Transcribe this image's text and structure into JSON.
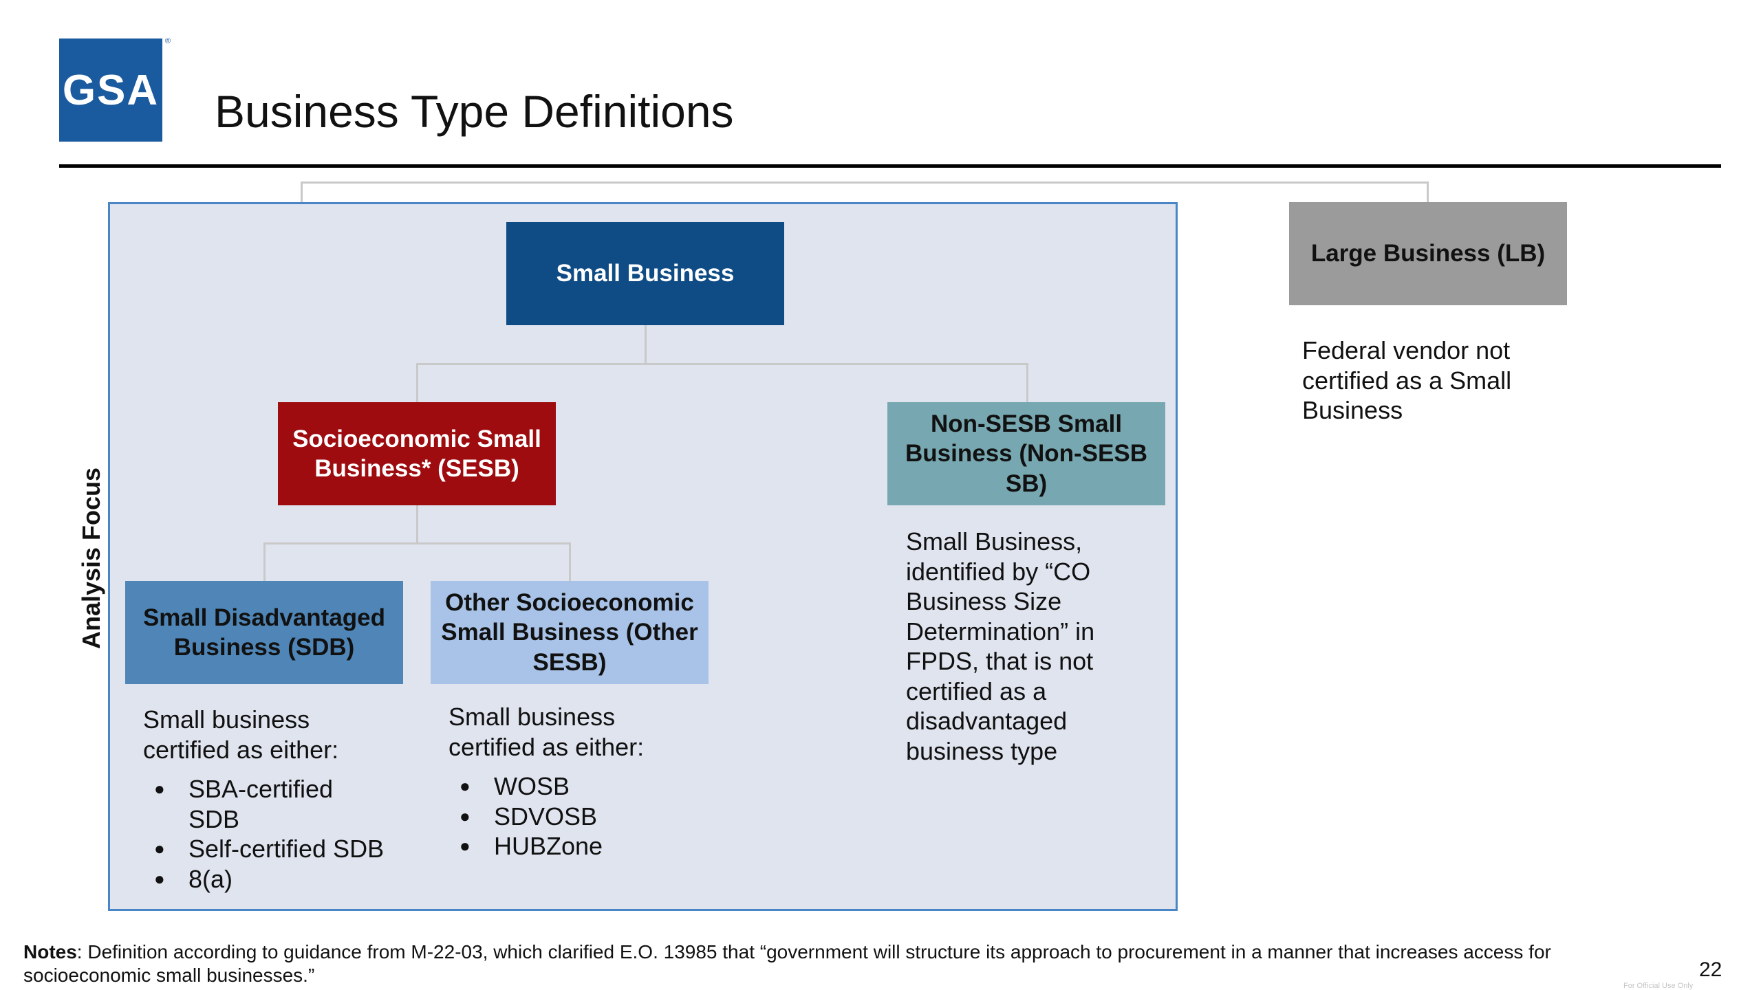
{
  "header": {
    "logo_text": "GSA",
    "logo_registered": "®",
    "title": "Business Type Definitions"
  },
  "diagram": {
    "side_label": "Analysis Focus",
    "boxes": {
      "small_business": "Small Business",
      "sesb": "Socioeconomic Small Business* (SESB)",
      "non_sesb": "Non-SESB Small Business (Non-SESB SB)",
      "sdb": "Small Disadvantaged Business (SDB)",
      "other_sesb": "Other Socioeconomic Small Business (Other SESB)",
      "large_business": "Large Business (LB)"
    },
    "descriptions": {
      "large_business": "Federal vendor not certified as a Small Business",
      "non_sesb": "Small Business, identified by “CO Business Size Determination” in FPDS, that is not certified as a disadvantaged business type",
      "sdb": {
        "intro": "Small business certified as either:",
        "items": [
          "SBA-certified SDB",
          "Self-certified SDB",
          "8(a)"
        ]
      },
      "other_sesb": {
        "intro": "Small business certified as either:",
        "items": [
          "WOSB",
          "SDVOSB",
          "HUBZone"
        ]
      }
    }
  },
  "colors": {
    "small_business": "#0f4c85",
    "sesb": "#9e0c0f",
    "non_sesb": "#77a7b0",
    "sdb": "#4f86b7",
    "other_sesb": "#a8c3e7",
    "large_business": "#9b9b9b",
    "panel_fill": "#e0e4ef",
    "panel_border": "#4a86c5"
  },
  "footer": {
    "notes_label": "Notes",
    "notes_text": ": Definition according to guidance from M-22-03, which clarified E.O. 13985 that “government will structure its approach to procurement in a manner that increases access for socioeconomic small businesses.”",
    "page_number": "22",
    "mark": "For Official Use Only"
  }
}
